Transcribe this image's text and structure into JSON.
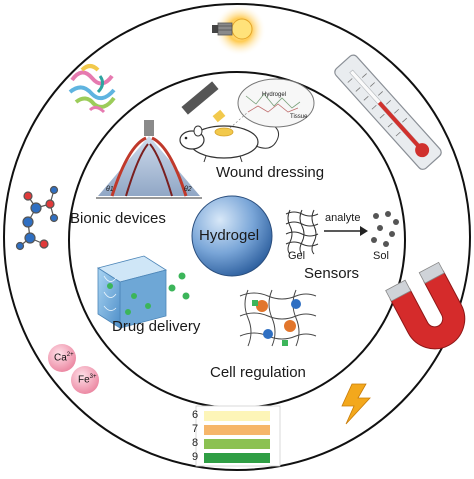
{
  "center": {
    "label": "Hydrogel"
  },
  "applications": {
    "wound_dressing": "Wound dressing",
    "bionic_devices": "Bionic devices",
    "sensors": "Sensors",
    "drug_delivery": "Drug delivery",
    "cell_regulation": "Cell regulation"
  },
  "sensor_detail": {
    "analyte": "analyte",
    "gel": "Gel",
    "sol": "Sol"
  },
  "wound_detail": {
    "hydrogel": "Hydrogel",
    "tissue": "Tissue"
  },
  "bionic_detail": {
    "theta1": "θ1",
    "theta2": "θ2"
  },
  "ions": {
    "calcium": "Ca",
    "calcium_charge": "2+",
    "iron": "Fe",
    "iron_charge": "3+"
  },
  "ph_scale": [
    {
      "label": "6",
      "color": "#fdf5b8"
    },
    {
      "label": "7",
      "color": "#f6b66a"
    },
    {
      "label": "8",
      "color": "#8cc152"
    },
    {
      "label": "9",
      "color": "#2f9e44"
    }
  ],
  "stimuli_icons": [
    "light-bulb-icon",
    "thermometer-icon",
    "magnet-icon",
    "lightning-icon",
    "protein-icon",
    "molecule-icon",
    "metal-ions-icon",
    "ph-scale-icon"
  ]
}
